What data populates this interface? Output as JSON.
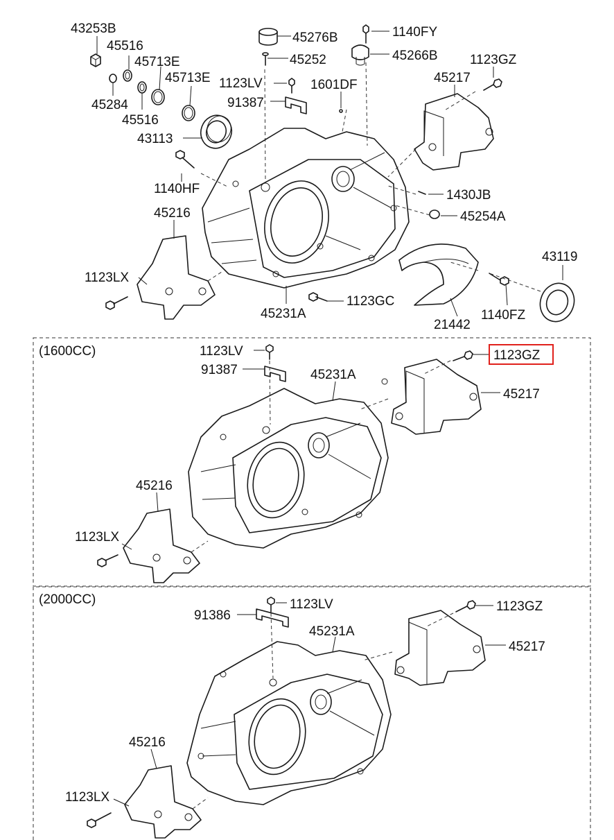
{
  "sections": {
    "main": {
      "labels": [
        "43253B",
        "45516",
        "45713E",
        "45713E",
        "45284",
        "45516",
        "43113",
        "45276B",
        "45252",
        "1140FY",
        "45266B",
        "1123LV",
        "1601DF",
        "91387",
        "1123GZ",
        "45217",
        "1140HF",
        "1430JB",
        "45254A",
        "45216",
        "1123LX",
        "45231A",
        "1123GC",
        "21442",
        "1140FZ",
        "43119"
      ]
    },
    "s1600": {
      "title": "(1600CC)",
      "labels": [
        "1123LV",
        "91387",
        "45231A",
        "1123GZ",
        "45217",
        "45216",
        "1123LX"
      ],
      "highlighted": "1123GZ",
      "highlight_color": "#e0201b"
    },
    "s2000": {
      "title": "(2000CC)",
      "labels": [
        "1123LV",
        "91386",
        "45231A",
        "1123GZ",
        "45217",
        "45216",
        "1123LX"
      ]
    }
  }
}
